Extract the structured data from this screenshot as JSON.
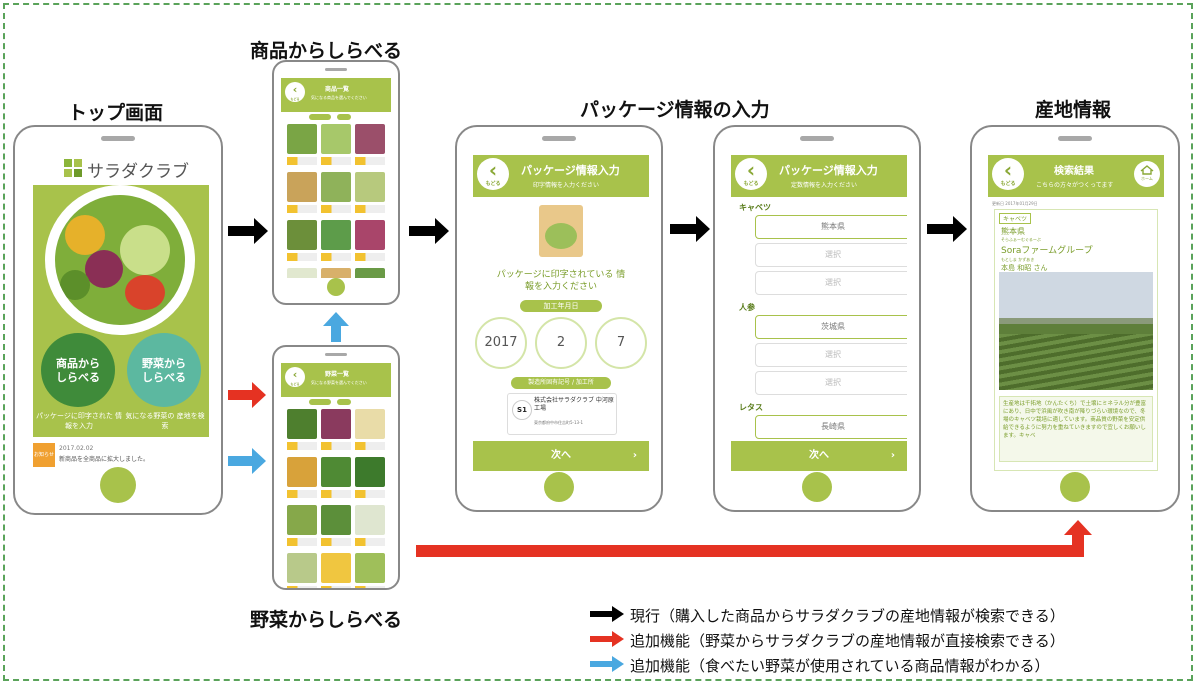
{
  "titles": {
    "top": "トップ画面",
    "products": "商品からしらべる",
    "veg": "野菜からしらべる",
    "package": "パッケージ情報の入力",
    "origin": "産地情報"
  },
  "top_screen": {
    "brand": "サラダクラブ",
    "btn1": "商品から しらべる",
    "btn2": "野菜から しらべる",
    "cap1": "パッケージに印字された 情報を入力",
    "cap2": "気になる野菜の 産地を検索",
    "notice_tag": "お知らせ",
    "notice_date": "2017.02.02",
    "notice_text": "新商品を全商品に拡大しました。"
  },
  "product_list": {
    "header": "商品一覧",
    "sub": "気になる商品を選んでください",
    "back": "もどる"
  },
  "veg_list": {
    "header": "野菜一覧",
    "sub": "気になる野菜を選んでください",
    "back": "もどる"
  },
  "pkg1": {
    "header": "パッケージ情報入力",
    "sub": "印字情報を入力ください",
    "back": "もどる",
    "prompt": "パッケージに印字されている 情報を入力ください",
    "date_label": "加工年月日",
    "year": "2017",
    "month": "2",
    "day": "7",
    "factory_label": "製造所固有記号 / 加工所",
    "factory_code": "S1",
    "factory_name": "株式会社サラダクラブ 中河原工場",
    "factory_addr": "東京都府中市住吉町5-13-1",
    "next": "次へ"
  },
  "pkg2": {
    "header": "パッケージ情報入力",
    "sub": "定数情報を入力ください",
    "back": "もどる",
    "sections": [
      {
        "name": "キャベツ",
        "fields": [
          "熊本県",
          "選択",
          "選択"
        ]
      },
      {
        "name": "人参",
        "fields": [
          "茨城県",
          "選択",
          "選択"
        ]
      },
      {
        "name": "レタス",
        "fields": [
          "長崎県"
        ]
      }
    ],
    "next": "次へ"
  },
  "origin": {
    "header": "検索結果",
    "sub": "こちらの方々がつくってます",
    "back": "もどる",
    "home": "ホーム",
    "date": "更新日 2017年01月29日",
    "tag": "キャベツ",
    "pref": "熊本県",
    "group_kana": "そらふぁーむぐるーぷ",
    "group": "Soraファームグループ",
    "person_kana": "もとしま かずあき",
    "person": "本島 和昭 さん",
    "desc": "生産地は千拓地（かんたくち）で土壌にミネラル分が豊富にあり、日中で浜風が吹き南が降りづらい環境なので、冬場のキャベツ栽培に適しています。商品質の野菜を安定供給できるように努力を重ねていきますので宜しくお願いします。キャベ"
  },
  "legend": [
    {
      "color": "#000000",
      "text": "現行（購入した商品からサラダクラブの産地情報が検索できる）"
    },
    {
      "color": "#e53222",
      "text": "追加機能（野菜からサラダクラブの産地情報が直接検索できる）"
    },
    {
      "color": "#4aa8e0",
      "text": "追加機能（食べたい野菜が使用されている商品情報がわかる）"
    }
  ],
  "colors": {
    "green": "#a8c24b",
    "red": "#e53222",
    "blue": "#4aa8e0",
    "black": "#000000"
  }
}
